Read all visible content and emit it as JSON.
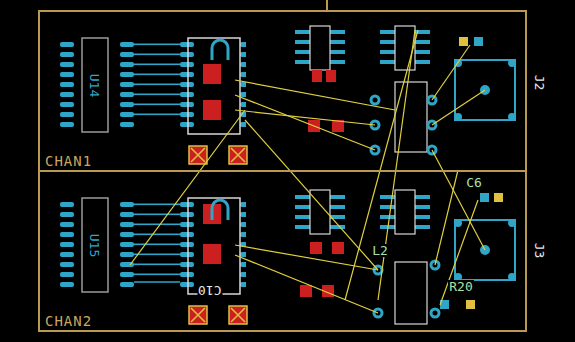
{
  "diagram": {
    "nodes": [
      {
        "text": [
          "CHAN1"
        ]
      },
      {
        "text": [
          "CHAN2"
        ]
      }
    ],
    "labels": [
      "U14",
      "U15",
      "J2",
      "J3",
      "C6",
      "R20",
      "L2",
      "C10"
    ]
  }
}
